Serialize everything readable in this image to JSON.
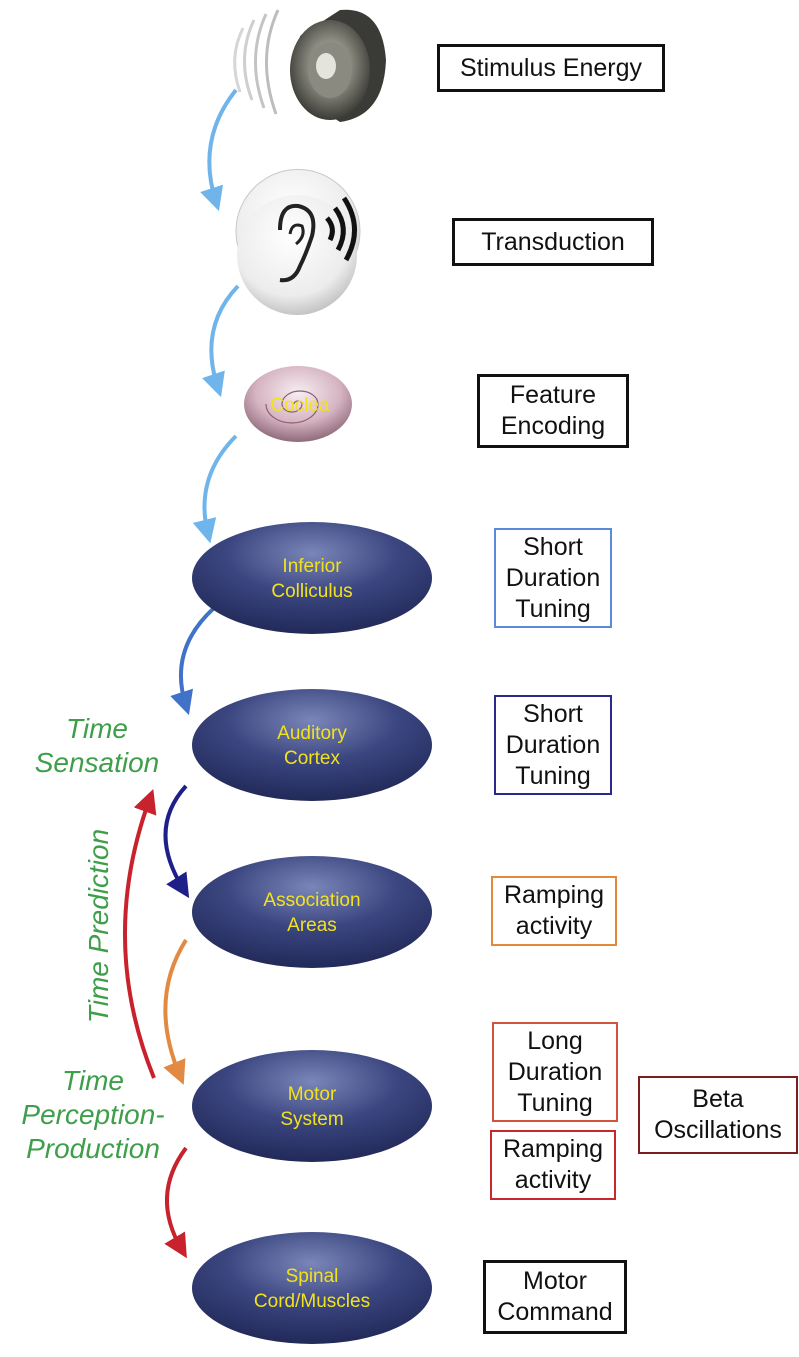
{
  "stages": [
    {
      "icon": "speaker-icon",
      "box_lines": [
        "Stimulus Energy"
      ],
      "box_color": "#111111"
    },
    {
      "icon": "ear-icon",
      "box_lines": [
        "Transduction"
      ],
      "box_color": "#111111"
    },
    {
      "icon": "cochlea-icon",
      "node_label": [
        "Coclea"
      ],
      "box_lines": [
        "Feature",
        "Encoding"
      ],
      "box_color": "#111111"
    },
    {
      "node_label": [
        "Inferior",
        "Colliculus"
      ],
      "box_lines": [
        "Short",
        "Duration",
        "Tuning"
      ],
      "box_color": "#5b8bd6"
    },
    {
      "node_label": [
        "Auditory",
        "Cortex"
      ],
      "box_lines": [
        "Short",
        "Duration",
        "Tuning"
      ],
      "box_color": "#2a2a8c"
    },
    {
      "node_label": [
        "Association",
        "Areas"
      ],
      "box_lines": [
        "Ramping",
        "activity"
      ],
      "box_color": "#e08a3a"
    },
    {
      "node_label": [
        "Motor",
        "System"
      ],
      "box_lines": [
        "Long",
        "Duration",
        "Tuning"
      ],
      "box_color": "#d2543e",
      "extra_box_lines": [
        "Ramping",
        "activity"
      ],
      "extra_box_color": "#c8282c",
      "side_box_lines": [
        "Beta",
        "Oscillations"
      ],
      "side_box_color": "#7a1e1e"
    },
    {
      "node_label": [
        "Spinal",
        "Cord/Muscles"
      ],
      "box_lines": [
        "Motor",
        "Command"
      ],
      "box_color": "#111111"
    }
  ],
  "side_labels": {
    "time_sensation": [
      "Time",
      "Sensation"
    ],
    "time_prediction": "Time Prediction",
    "time_perception_production": [
      "Time",
      "Perception-",
      "Production"
    ]
  },
  "arrow_colors": {
    "light_blue": "#6fb4ea",
    "blue": "#3f72c8",
    "navy": "#1f1f8a",
    "orange": "#e38a42",
    "red": "#c8232c"
  },
  "node_label_color": "#f2e21c",
  "side_label_color": "#3e9e4a"
}
